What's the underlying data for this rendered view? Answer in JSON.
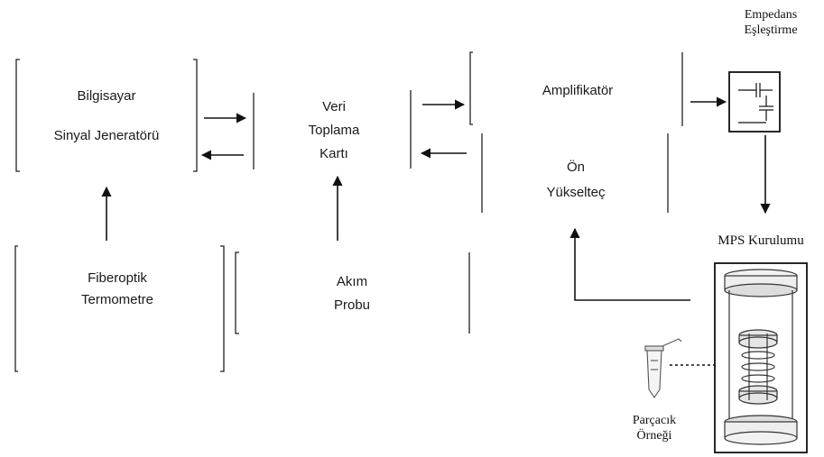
{
  "blocks": {
    "computer": {
      "line1": "Bilgisayar",
      "line2": "Sinyal Jeneratörü"
    },
    "daq": {
      "line1": "Veri",
      "line2": "Toplama",
      "line3": "Kartı"
    },
    "amplifier": {
      "line1": "Amplifikatör"
    },
    "preamp": {
      "line1": "Ön",
      "line2": "Yükselteç"
    },
    "thermometer": {
      "line1": "Fiberoptik",
      "line2": "Termometre"
    },
    "current_probe": {
      "line1": "Akım",
      "line2": "Probu"
    }
  },
  "impedance": {
    "line1": "Empedans",
    "line2": "Eşleştirme"
  },
  "mps": {
    "title": "MPS Kurulumu"
  },
  "sample": {
    "line1": "Parçacık",
    "line2": "Örneği"
  },
  "colors": {
    "line": "#111111",
    "bracket": "#222222",
    "background": "#ffffff"
  }
}
